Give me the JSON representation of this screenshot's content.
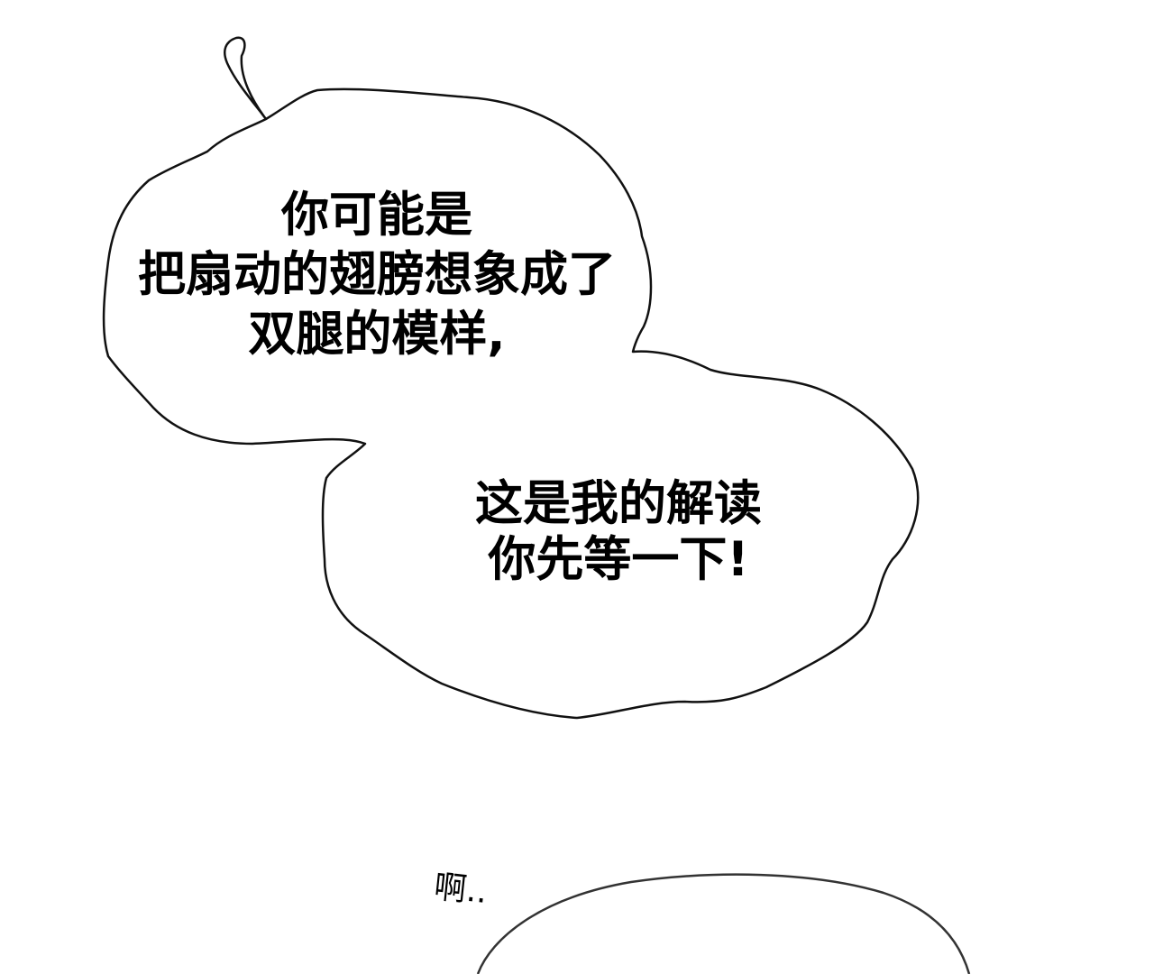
{
  "bubble_top": {
    "lines": [
      "你可能是",
      "把扇动的翅膀想象成了",
      "双腿的模样,"
    ]
  },
  "bubble_bottom": {
    "lines": [
      "这是我的解读",
      "你先等一下!"
    ]
  },
  "sound_effect": "啊..",
  "colors": {
    "background": "#ffffff",
    "ink": "#000000",
    "outline": "#111111"
  }
}
